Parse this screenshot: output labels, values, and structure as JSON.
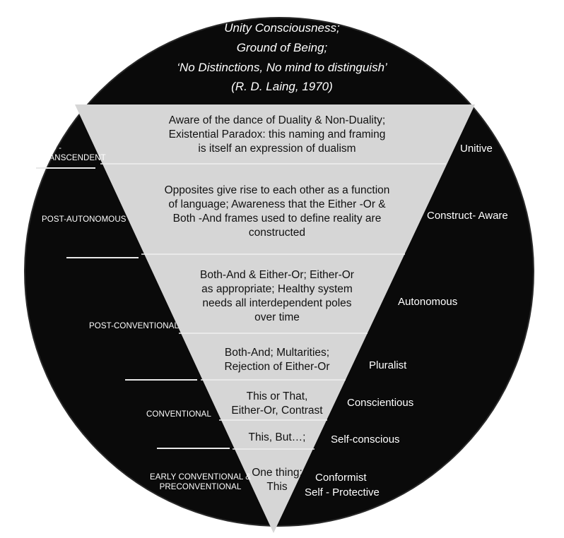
{
  "title": {
    "line1": "Unity Consciousness;",
    "line2": "Ground of Being;",
    "line3": "‘No Distinctions, No mind to distinguish’",
    "line4": "(R. D. Laing, 1970)"
  },
  "levels": [
    {
      "text": [
        "Aware of the dance of Duality & Non-Duality;",
        "Existential Paradox: this naming and framing",
        "is itself an expression of dualism"
      ],
      "stage": "Unitive"
    },
    {
      "text": [
        "Opposites give rise to each other as a function",
        "of language; Awareness that  the Either -Or &",
        "Both -And  frames used to define reality are",
        "constructed"
      ],
      "stage": "Construct- Aware"
    },
    {
      "text": [
        "Both-And & Either-Or;  Either-Or",
        "as appropriate; Healthy system",
        "needs all interdependent poles",
        "over time"
      ],
      "stage": "Autonomous"
    },
    {
      "text": [
        "Both-And; Multarities;",
        "Rejection of Either-Or"
      ],
      "stage": "Pluralist"
    },
    {
      "text": [
        "This or That,",
        "Either-Or, Contrast"
      ],
      "stage": "Conscientious"
    },
    {
      "text": [
        "This, But…;"
      ],
      "stage": "Self-conscious"
    },
    {
      "text": [
        "One thing:",
        "This"
      ],
      "stage": "Conformist",
      "stage2": "Self - Protective"
    }
  ],
  "tiers": [
    {
      "lines": [
        "EGO -",
        "TRANSCENDENT"
      ]
    },
    {
      "lines": [
        "POST-AUTONOMOUS"
      ]
    },
    {
      "lines": [
        "POST-CONVENTIONAL"
      ]
    },
    {
      "lines": [
        "CONVENTIONAL"
      ]
    },
    {
      "lines": [
        "EARLY CONVENTIONAL &",
        "PRECONVENTIONAL"
      ]
    }
  ],
  "colors": {
    "circle": "#0a0a0a",
    "triangle": "#d6d6d6",
    "band_divider": "#efefef",
    "text_light": "#ffffff",
    "text_dark": "#111111"
  }
}
